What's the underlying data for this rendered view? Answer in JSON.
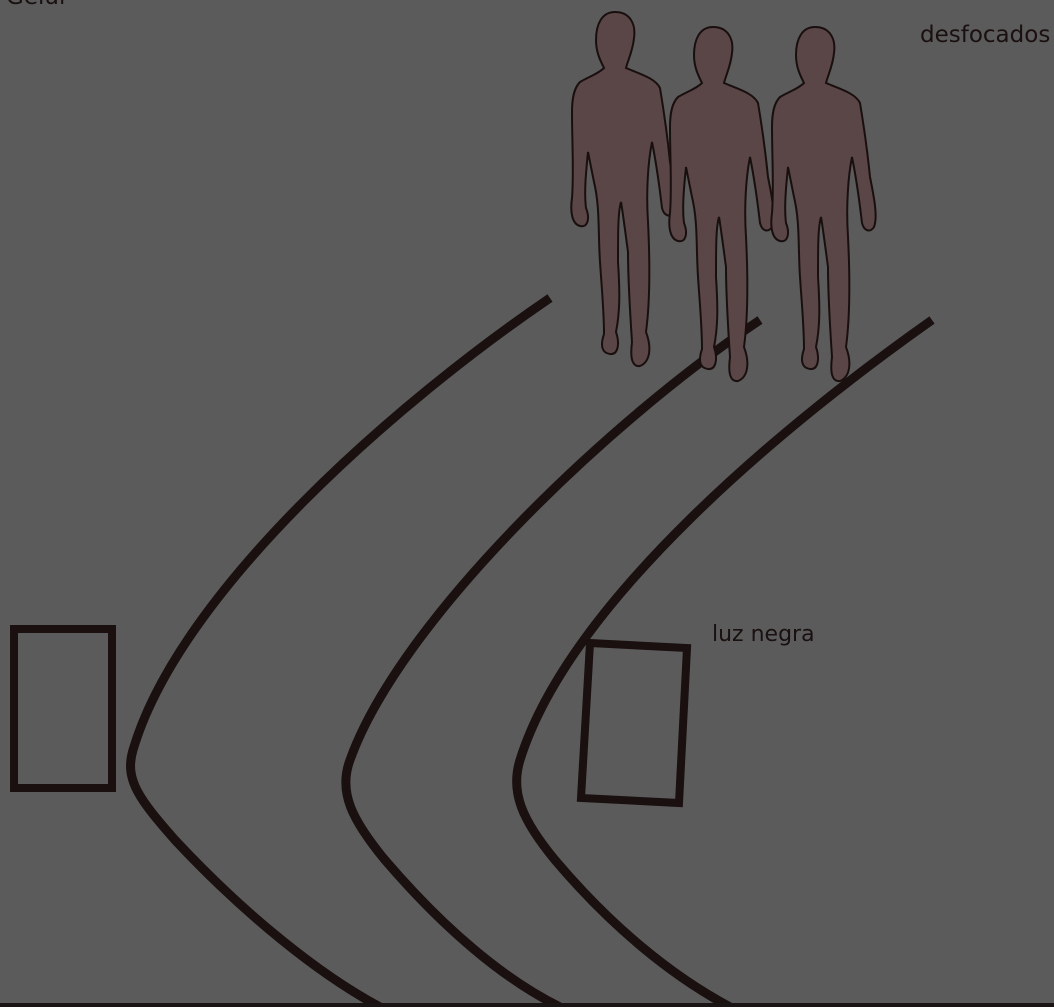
{
  "labels": {
    "top_left": "Gelul",
    "desfocados": "desfocados",
    "luz_negra": "luz negra"
  },
  "colors": {
    "background": "#5b5b5b",
    "stroke": "#1a1010",
    "figure_fill": "#5a4646",
    "figure_outline": "#1a0f0f"
  },
  "figures": {
    "count": 3,
    "icon": "person-silhouette"
  }
}
